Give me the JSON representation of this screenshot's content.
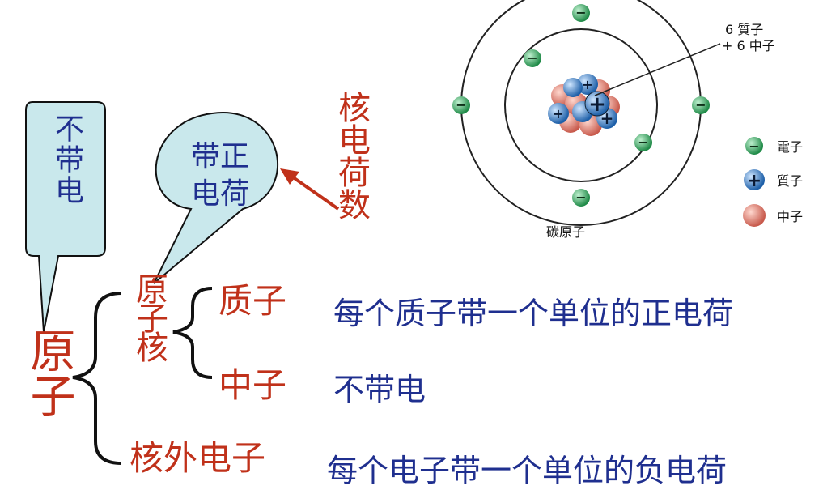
{
  "colors": {
    "red_text": "#c0311a",
    "blue_text": "#1f2f8f",
    "callout_fill": "#c9e8ec",
    "electron": "#2ea05a",
    "proton": "#2f7fc8",
    "neutron": "#e07a6e"
  },
  "callouts": {
    "neutral": "不带电",
    "positive_line1": "带正",
    "positive_line2": "电荷"
  },
  "nuclear_charge": "核电荷数",
  "tree": {
    "atom": "原子",
    "nucleus": "原子核",
    "proton": "质子",
    "neutron": "中子",
    "electron": "核外电子"
  },
  "descriptions": {
    "proton": "每个质子带一个单位的正电荷",
    "neutron": "不带电",
    "electron": "每个电子带一个单位的负电荷"
  },
  "atom_diagram": {
    "label_line1": "6 質子",
    "label_line2": "+ 6 中子",
    "caption": "碳原子",
    "legend": [
      {
        "type": "electron",
        "symbol": "−",
        "label": "電子"
      },
      {
        "type": "proton",
        "symbol": "+",
        "label": "質子"
      },
      {
        "type": "neutron",
        "symbol": "",
        "label": "中子"
      }
    ],
    "electron_symbol": "−",
    "proton_symbol": "+"
  }
}
